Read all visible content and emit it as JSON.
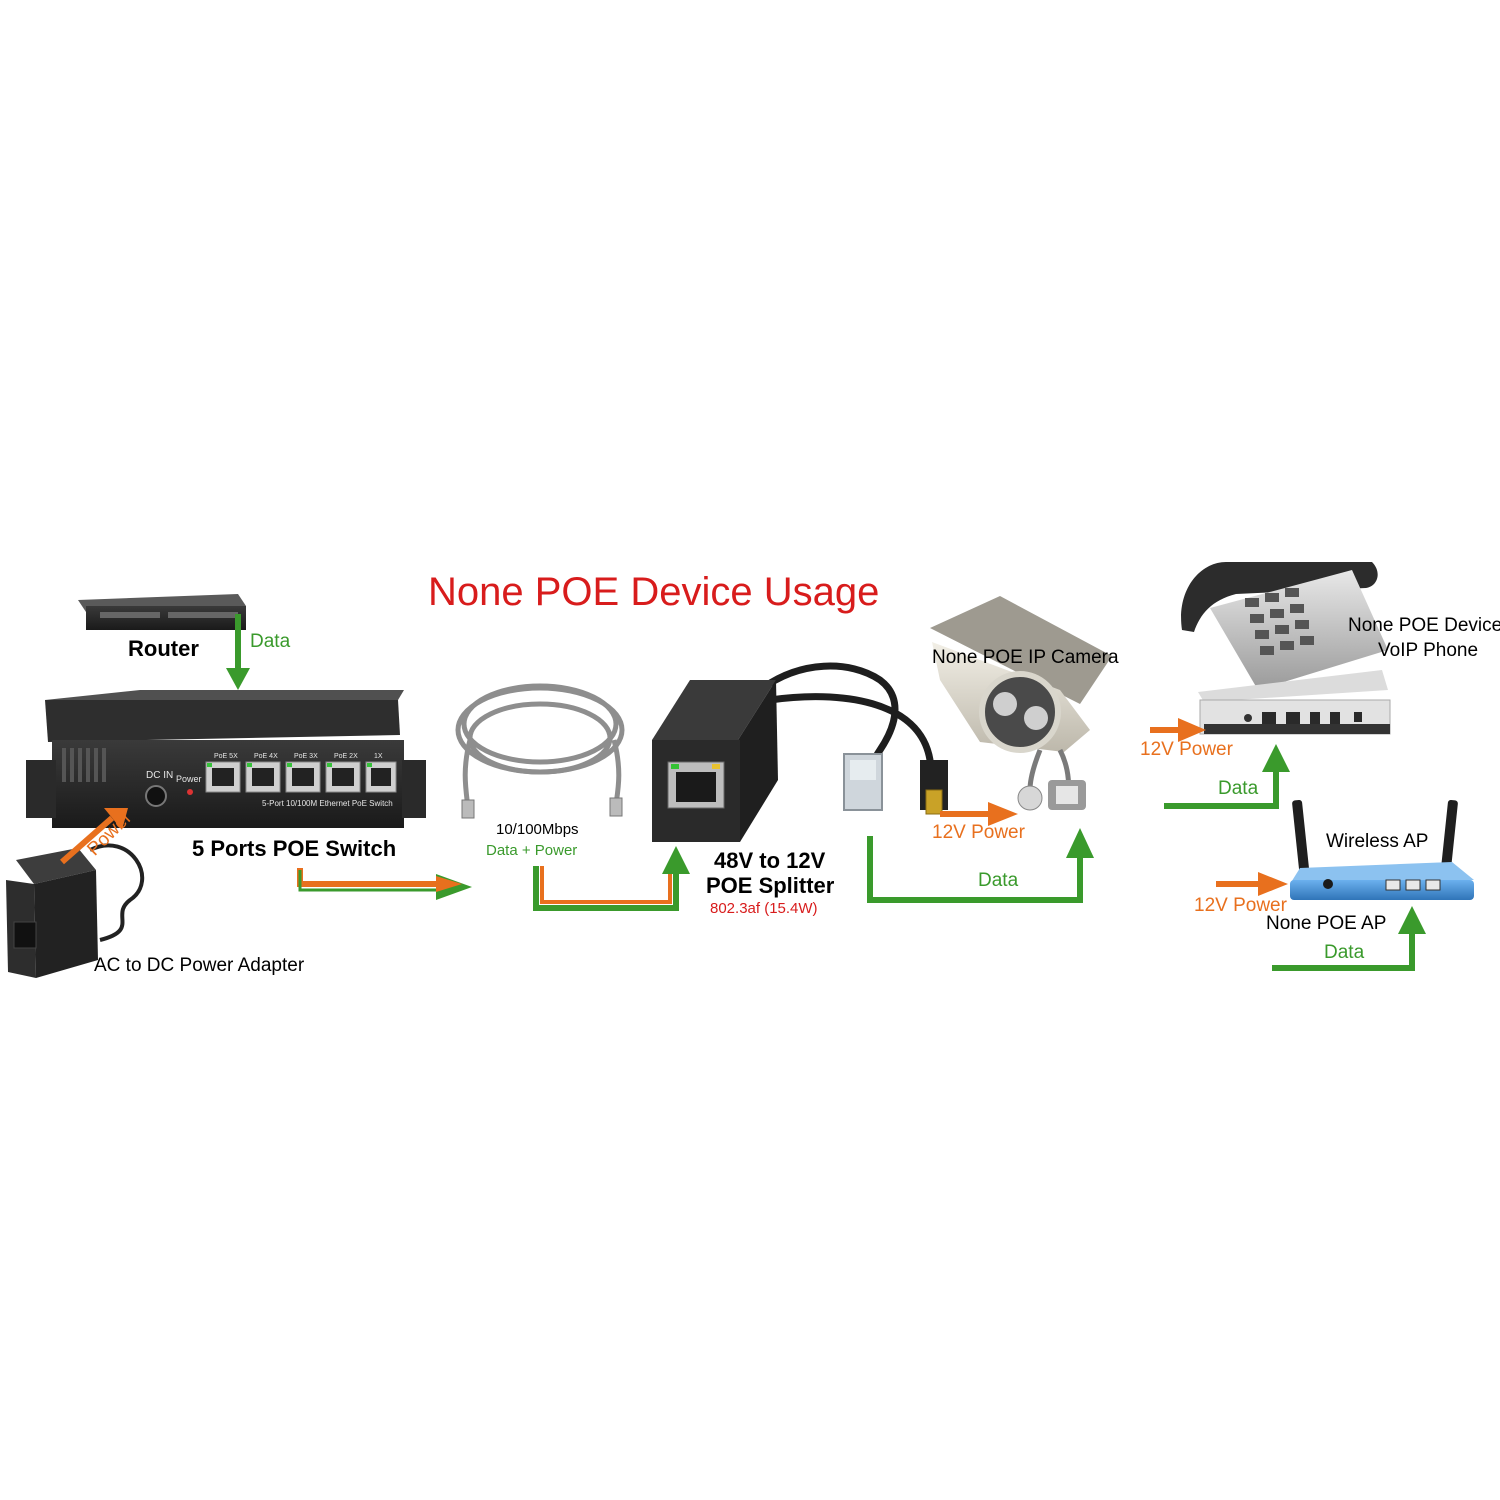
{
  "title": "None POE Device Usage",
  "colors": {
    "title": "#d81c1c",
    "data_arrow": "#3a9a2c",
    "power_arrow": "#e8701e",
    "spec_text": "#d81c1c",
    "device_dark": "#2b2b2b",
    "ap_blue": "#3f8fd6"
  },
  "devices": {
    "router": "Router",
    "switch": "5 Ports POE Switch",
    "adapter": "AC to DC Power Adapter",
    "cable": "10/100Mbps",
    "splitter_line1": "48V to 12V",
    "splitter_line2": "POE Splitter",
    "splitter_spec": "802.3af (15.4W)",
    "camera": "None POE IP Camera",
    "phone_line1": "None POE Device",
    "phone_line2": "VoIP Phone",
    "ap_device": "Wireless AP",
    "ap_label": "None POE AP"
  },
  "flows": {
    "router_data": "Data",
    "adapter_power": "Power",
    "cable_data_power": "Data + Power",
    "camera_power": "12V Power",
    "camera_data": "Data",
    "phone_power": "12V Power",
    "phone_data": "Data",
    "ap_power": "12V Power",
    "ap_data": "Data"
  },
  "device_print": {
    "switch_face": "5-Port 10/100M Ethernet PoE Switch",
    "switch_dcin": "DC IN",
    "switch_power": "Power",
    "port_labels": [
      "PoE 5X",
      "PoE 4X",
      "PoE 3X",
      "PoE 2X",
      "1X"
    ]
  },
  "icons": [
    "router-icon",
    "poe-switch-icon",
    "power-adapter-icon",
    "ethernet-cable-icon",
    "poe-splitter-icon",
    "ip-camera-icon",
    "voip-phone-icon",
    "wireless-ap-icon"
  ]
}
